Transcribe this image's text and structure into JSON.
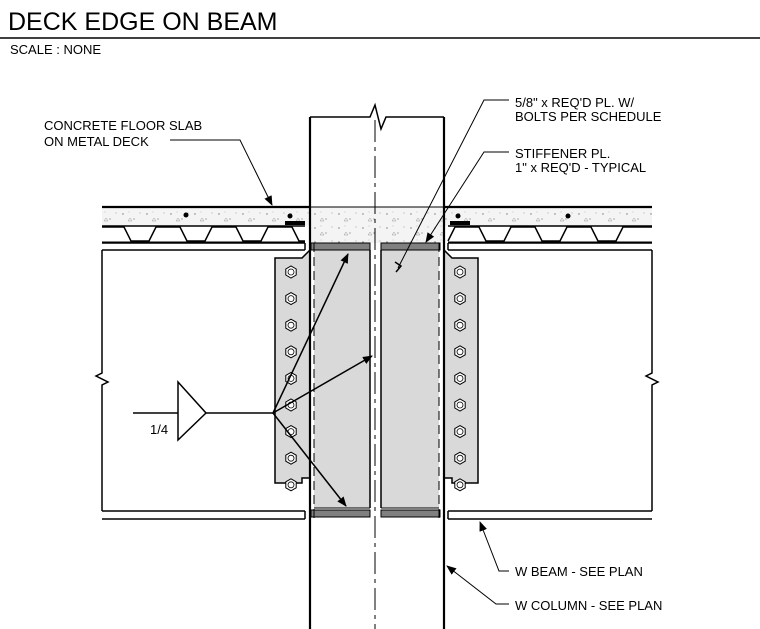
{
  "title": "DECK EDGE ON BEAM",
  "scale": "SCALE :  NONE",
  "callouts": {
    "slab_line1": "CONCRETE FLOOR SLAB",
    "slab_line2": "ON METAL DECK",
    "plate_line1": "5/8\" x REQ'D PL. W/",
    "plate_line2": "BOLTS PER SCHEDULE",
    "stiffener_line1": "STIFFENER PL.",
    "stiffener_line2": "1\" x REQ'D - TYPICAL",
    "beam": "W BEAM - SEE PLAN",
    "column": "W COLUMN - SEE PLAN"
  },
  "weld": {
    "size": "1/4"
  },
  "colors": {
    "ink": "#000000",
    "plate_fill": "#d9d9d9",
    "stiffener_fill": "#808080",
    "slab_fill": "#f2f2f2"
  },
  "bolt_count_per_plate": 9
}
